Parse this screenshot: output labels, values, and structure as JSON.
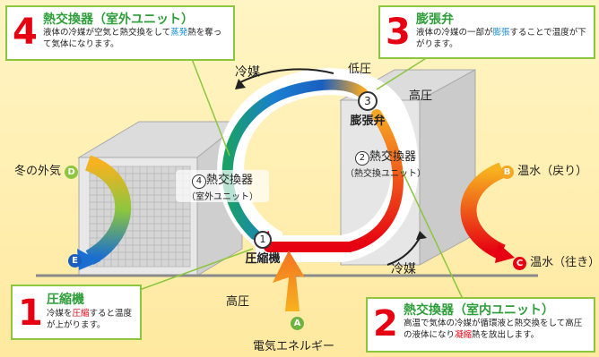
{
  "callouts": {
    "c4": {
      "num": "4",
      "title": "熱交換器（室外ユニット）",
      "desc_a": "液体の冷媒が空気と熱交換をして",
      "desc_hl": "蒸発",
      "desc_b": "熱を奪って気体になります。"
    },
    "c3": {
      "num": "3",
      "title": "膨張弁",
      "desc_a": "液体の冷媒の一部が",
      "desc_hl": "膨張",
      "desc_b": "することで温度が下がります。"
    },
    "c1": {
      "num": "1",
      "title": "圧縮機",
      "desc_a": "冷媒を",
      "desc_hl": "圧縮",
      "desc_b": "すると温度が上がります。"
    },
    "c2": {
      "num": "2",
      "title": "熱交換器（室内ユニット）",
      "desc_a": "高温で気体の冷媒が循環液と熱交換をして高圧の液体になり",
      "desc_hl": "凝縮",
      "desc_b": "熱を放出します。"
    }
  },
  "cycle": {
    "refrigerant_top": "冷媒",
    "refrigerant_bottom": "冷媒",
    "low_pressure": "低圧",
    "high_pressure_top": "高圧",
    "high_pressure_bottom": "高圧",
    "expansion_valve": {
      "num": "3",
      "label": "膨張弁"
    },
    "indoor_exchanger": {
      "num": "2",
      "title": "熱交換器",
      "sub": "（熱交換ユニット）"
    },
    "outdoor_exchanger": {
      "num": "4",
      "title": "熱交換器",
      "sub": "（室外ユニット）"
    },
    "compressor": {
      "num": "1",
      "label": "圧縮機"
    }
  },
  "flows": {
    "D": {
      "letter": "D",
      "label": "冬の外気"
    },
    "E": {
      "letter": "E",
      "label": ""
    },
    "B": {
      "letter": "B",
      "label": "温水（戻り）"
    },
    "C": {
      "letter": "C",
      "label": "温水（往き）"
    },
    "A": {
      "letter": "A",
      "label": "電気エネルギー"
    }
  },
  "colors": {
    "refrigerant_cold": "#1a5fc0",
    "refrigerant_hot": "#e60012",
    "callout_border": "#8cc63f",
    "title_green": "#2e9e3a",
    "number_red": "#e60012",
    "circle_D": "#8cc63f",
    "circle_E": "#1a5fc0",
    "circle_B": "#f7a823",
    "circle_C": "#e60012",
    "circle_A": "#6db33f"
  }
}
